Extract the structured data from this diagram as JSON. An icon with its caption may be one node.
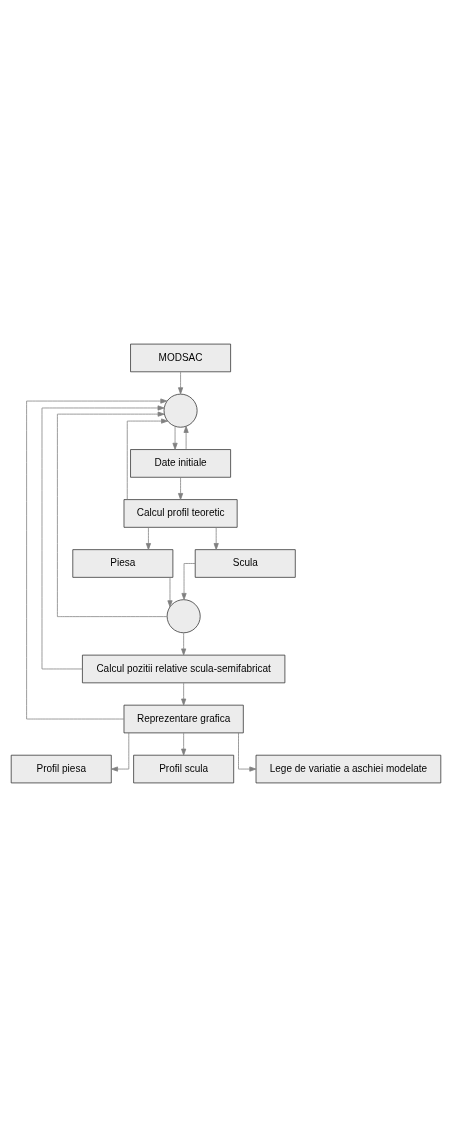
{
  "diagram": {
    "nodes": [
      {
        "text": [
          "MODSAC"
        ]
      },
      {
        "text": [],
        "shape": "circle"
      },
      {
        "text": [
          "Date initiale"
        ]
      },
      {
        "text": [
          "Calcul profil teoretic"
        ]
      },
      {
        "text": [
          "Piesa"
        ]
      },
      {
        "text": [
          "Scula"
        ]
      },
      {
        "text": [],
        "shape": "circle"
      },
      {
        "text": [
          "Calcul pozitii relative scula-semifabricat"
        ]
      },
      {
        "text": [
          "Reprezentare grafica"
        ]
      },
      {
        "text": [
          "Profil piesa"
        ]
      },
      {
        "text": [
          "Profil scula"
        ]
      },
      {
        "text": [
          "Lege de variatie a aschiei modelate"
        ]
      }
    ],
    "edges": [
      {
        "from": 0,
        "to": 1,
        "arrow": "to"
      },
      {
        "from": 1,
        "to": 2,
        "arrow": "to"
      },
      {
        "from": 2,
        "to": 3,
        "arrow": "to"
      },
      {
        "from": 2,
        "to": 1,
        "arrow": "to"
      },
      {
        "from": 3,
        "to": 1,
        "arrow": "to"
      },
      {
        "from": 3,
        "to": 4,
        "arrow": "to"
      },
      {
        "from": 3,
        "to": 5,
        "arrow": "to"
      },
      {
        "from": 4,
        "to": 6,
        "arrow": "to"
      },
      {
        "from": 5,
        "to": 6,
        "arrow": "to"
      },
      {
        "from": 6,
        "to": 7,
        "arrow": "to"
      },
      {
        "from": 6,
        "to": 1,
        "arrow": "to"
      },
      {
        "from": 7,
        "to": 8,
        "arrow": "to"
      },
      {
        "from": 7,
        "to": 1,
        "arrow": "to"
      },
      {
        "from": 8,
        "to": 1,
        "arrow": "to"
      },
      {
        "from": 8,
        "to": 9,
        "arrow": "to"
      },
      {
        "from": 8,
        "to": 10,
        "arrow": "to"
      },
      {
        "from": 8,
        "to": 11,
        "arrow": "to"
      }
    ]
  }
}
